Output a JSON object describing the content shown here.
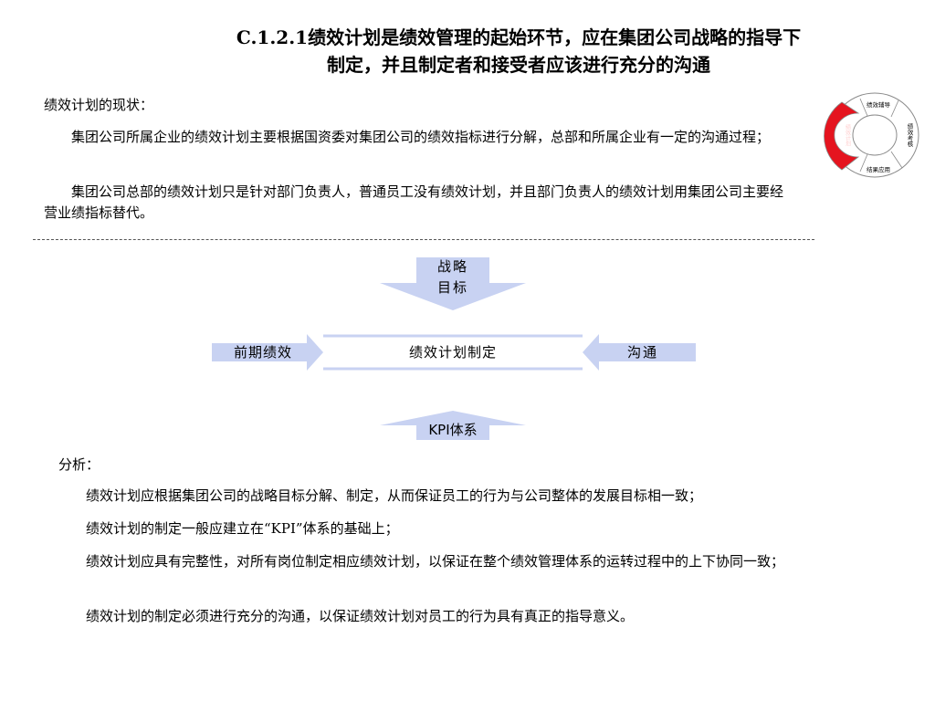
{
  "title": {
    "line1": "C.1.2.1绩效计划是绩效管理的起始环节，应在集团公司战略的指导下",
    "line2": "制定，并且制定者和接受者应该进行充分的沟通"
  },
  "status": {
    "heading": "绩效计划的现状：",
    "p1": "集团公司所属企业的绩效计划主要根据国资委对集团公司的绩效指标进行分解，总部和所属企业有一定的沟通过程；",
    "p2": "集团公司总部的绩效计划只是针对部门负责人，普通员工没有绩效计划，并且部门负责人的绩效计划用集团公司主要经营业绩指标替代。"
  },
  "cycle": {
    "top": "绩效辅导",
    "right": "绩效考核",
    "bottom": "结果应用",
    "left": "绩效计划",
    "colors": {
      "highlight": "#e5141f",
      "ring": "#ffffff",
      "stroke": "#8a8a8a"
    }
  },
  "flow": {
    "top_label_1": "战略",
    "top_label_2": "目标",
    "center": "绩效计划制定",
    "left": "前期绩效",
    "right": "沟通",
    "bottom": "KPI体系",
    "colors": {
      "arrow": "#c8d2f2",
      "line": "#c8d2f2"
    }
  },
  "analysis": {
    "heading": "分析：",
    "p1": "绩效计划应根据集团公司的战略目标分解、制定，从而保证员工的行为与公司整体的发展目标相一致；",
    "p2": "绩效计划的制定一般应建立在“KPI”体系的基础上；",
    "p3": "绩效计划应具有完整性，对所有岗位制定相应绩效计划，以保证在整个绩效管理体系的运转过程中的上下协同一致；",
    "p4": "绩效计划的制定必须进行充分的沟通，以保证绩效计划对员工的行为具有真正的指导意义。"
  }
}
